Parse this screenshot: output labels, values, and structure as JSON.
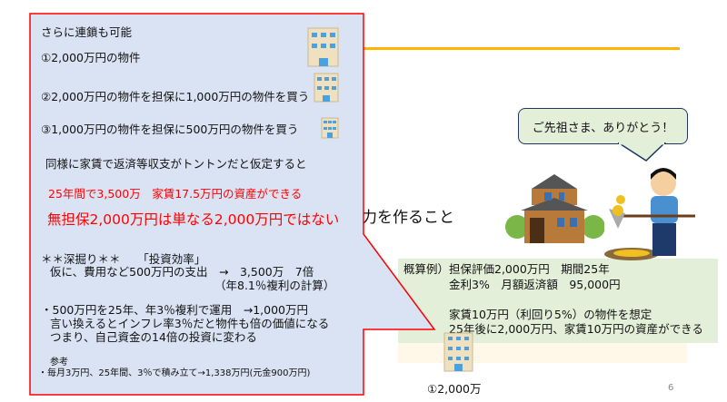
{
  "callout": {
    "lines": [
      "さらに連鎖も可能",
      "①2,000万円の物件",
      "②2,000万円の物件を担保に1,000万円の物件を買う",
      "③1,000万円の物件を担保に500万円の物件を買う",
      "同様に家賃で返済等収支がトントンだと仮定すると",
      "25年間で3,500万　家賃17.5万円の資産ができる",
      "無担保2,000万円は単なる2,000万円ではない",
      "＊＊深掘り＊＊　　「投資効率」",
      "仮に、費用など500万円の支出　→　3,500万　7倍",
      "（年8.1％複利の計算）",
      "・500万円を25年、年3％複利で運用　→1,000万円",
      "言い換えるとインフレ率3％だと物件も倍の価値になる",
      "つまり、自己資金の14倍の投資に変わる",
      "参考",
      "・毎月3万円、25年間、3％で積み立て→1,338万円(元金900万円)"
    ]
  },
  "slide": {
    "title_fragment": "力を作ること",
    "bubble": "ご先祖さま、ありがとう！",
    "example": "概算例）担保評価2,000万円　期間25年\n　　　　金利3%　月額返済額　95,000円\n\n　　　　家賃10万円（利回り5%）の物件を想定\n　　　　25年後に2,000万円、家賃10万円の資産ができる",
    "building_label": "①2,000万",
    "page_number": "6"
  },
  "colors": {
    "accent_line": "#ffb400",
    "callout_fill": "#dae3f3",
    "callout_border": "#ff0000",
    "highlight": "#ff0000",
    "green_box": "#e3efd9"
  }
}
